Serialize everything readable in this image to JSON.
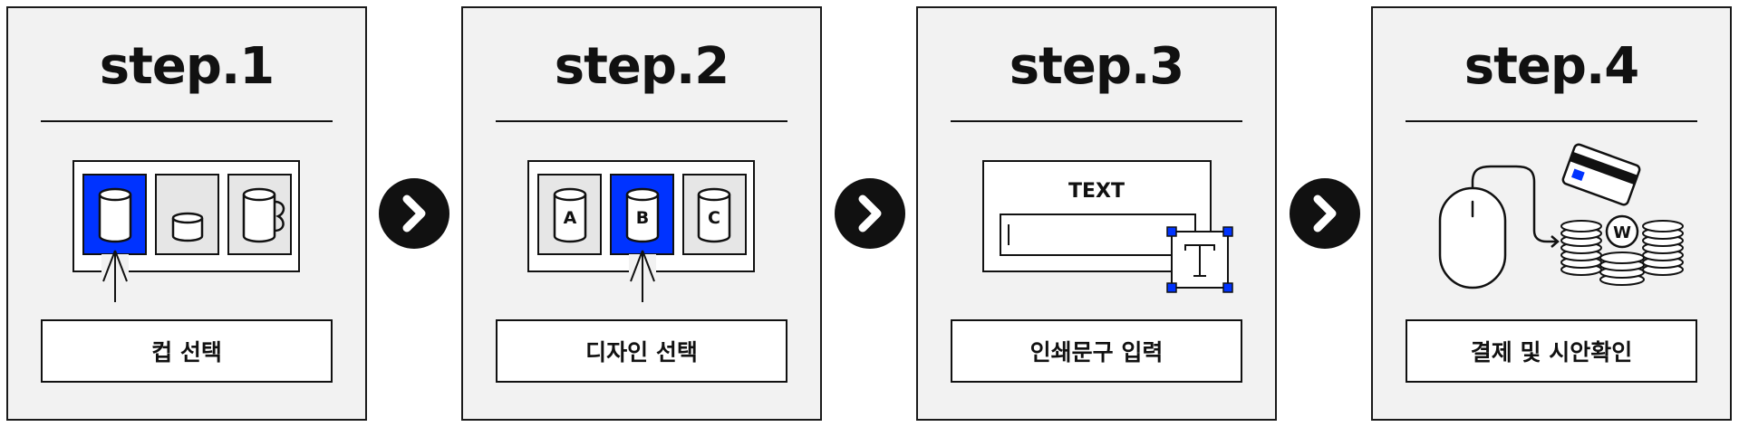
{
  "steps": [
    {
      "title": "step.1",
      "caption": "컵 선택"
    },
    {
      "title": "step.2",
      "caption": "디자인 선택",
      "options": [
        "A",
        "B",
        "C"
      ]
    },
    {
      "title": "step.3",
      "caption": "인쇄문구 입력",
      "sample_text": "TEXT"
    },
    {
      "title": "step.4",
      "caption": "결제 및 시안확인",
      "coin_symbol": "W"
    }
  ],
  "colors": {
    "accent": "#0033ff",
    "ink": "#111111",
    "panel": "#f2f2f2",
    "card": "#e6e6e6"
  },
  "icons": [
    "mug-icon",
    "cylinder-cup-icon",
    "short-cup-icon",
    "pointer-arrow-icon",
    "text-tool-icon",
    "mouse-icon",
    "credit-card-icon",
    "coin-stack-icon",
    "chevron-right-icon"
  ]
}
